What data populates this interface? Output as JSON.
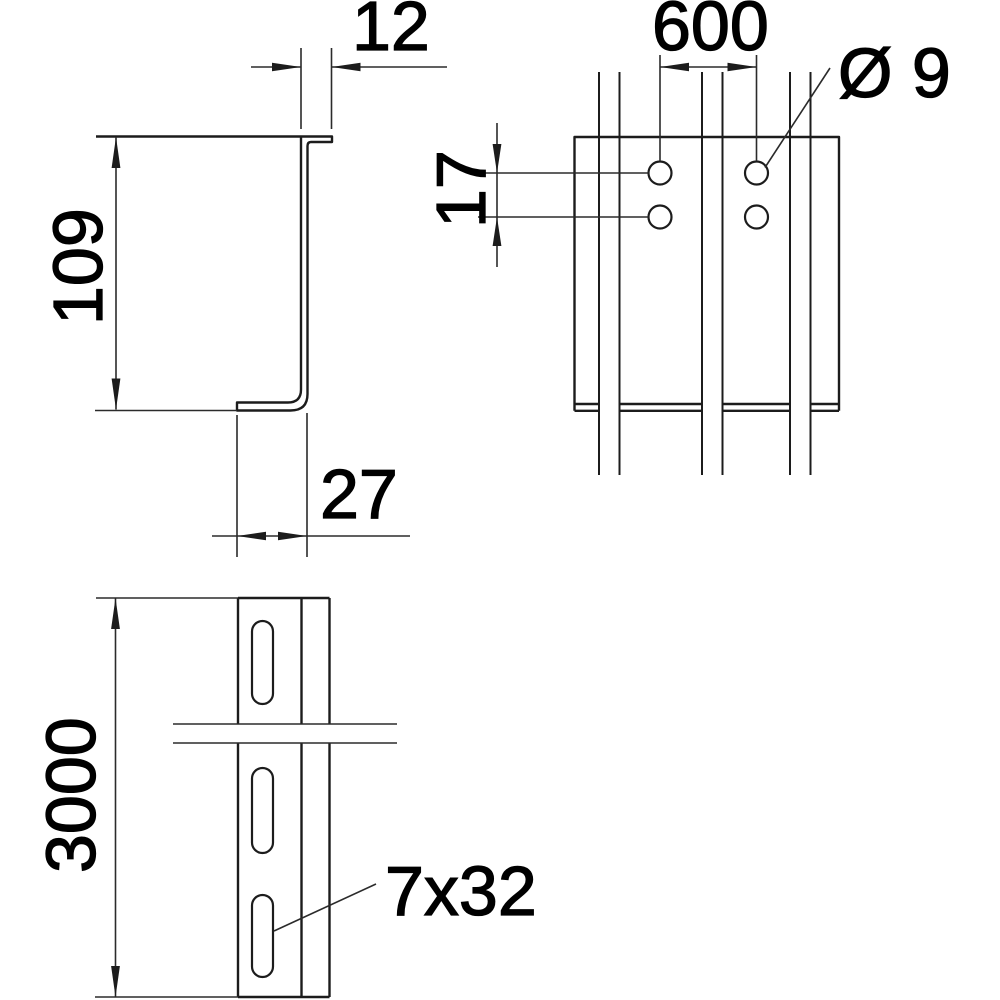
{
  "drawing": {
    "kind": "technical-dimension-drawing",
    "colors": {
      "background": "#ffffff",
      "object_lines": "#1c1c1c",
      "dimension_lines": "#2b2b2b",
      "text": "#000000"
    },
    "views": {
      "cross_section": {
        "description": "Z-profile cross section, top left",
        "dim_top_flange_width": "12",
        "dim_profile_height": "109",
        "dim_bottom_flange_width": "27"
      },
      "end_view": {
        "description": "Mounting plate with rails and 4 holes, top right",
        "dim_hole_spacing": "600",
        "dim_hole_row_spacing": "17",
        "label_hole_diameter": "Ø 9"
      },
      "side_view": {
        "description": "Perforated rail with slotted holes, bottom left",
        "dim_rail_length": "3000",
        "label_slot_size": "7x32"
      }
    }
  }
}
